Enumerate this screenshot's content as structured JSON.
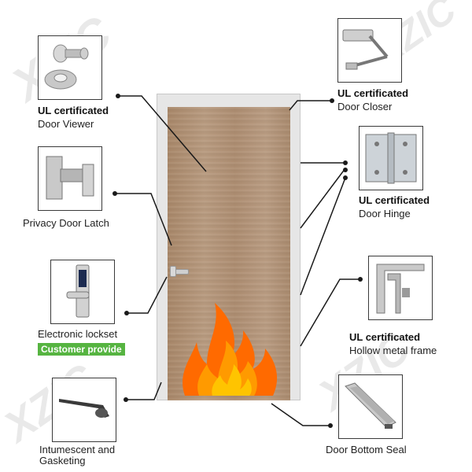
{
  "watermark": "XZIC",
  "items": {
    "door_viewer": {
      "cert": "UL certificated",
      "name": "Door Viewer"
    },
    "door_closer": {
      "cert": "UL certificated",
      "name": "Door Closer"
    },
    "privacy_latch": {
      "name": "Privacy Door Latch"
    },
    "door_hinge": {
      "cert": "UL certificated",
      "name": "Door Hinge"
    },
    "electronic_lockset": {
      "name": "Electronic lockset",
      "badge": "Customer provide"
    },
    "hollow_frame": {
      "cert": "UL certificated",
      "name": "Hollow metal frame"
    },
    "intumescent": {
      "name_line1": "Intumescent and",
      "name_line2": "Gasketing"
    },
    "bottom_seal": {
      "name": "Door Bottom Seal"
    }
  },
  "colors": {
    "door_wood": "#b08f74",
    "frame": "#e6e6e6",
    "badge_green": "#56b441",
    "leader_line": "#1a1a1a",
    "flame_outer": "#ff6a00",
    "flame_inner": "#ffb300"
  },
  "icons": [
    "door-viewer-icon",
    "door-closer-icon",
    "privacy-latch-icon",
    "door-hinge-icon",
    "lockset-icon",
    "frame-profile-icon",
    "gasket-icon",
    "bottom-seal-icon",
    "fire-icon",
    "door-handle-icon"
  ]
}
